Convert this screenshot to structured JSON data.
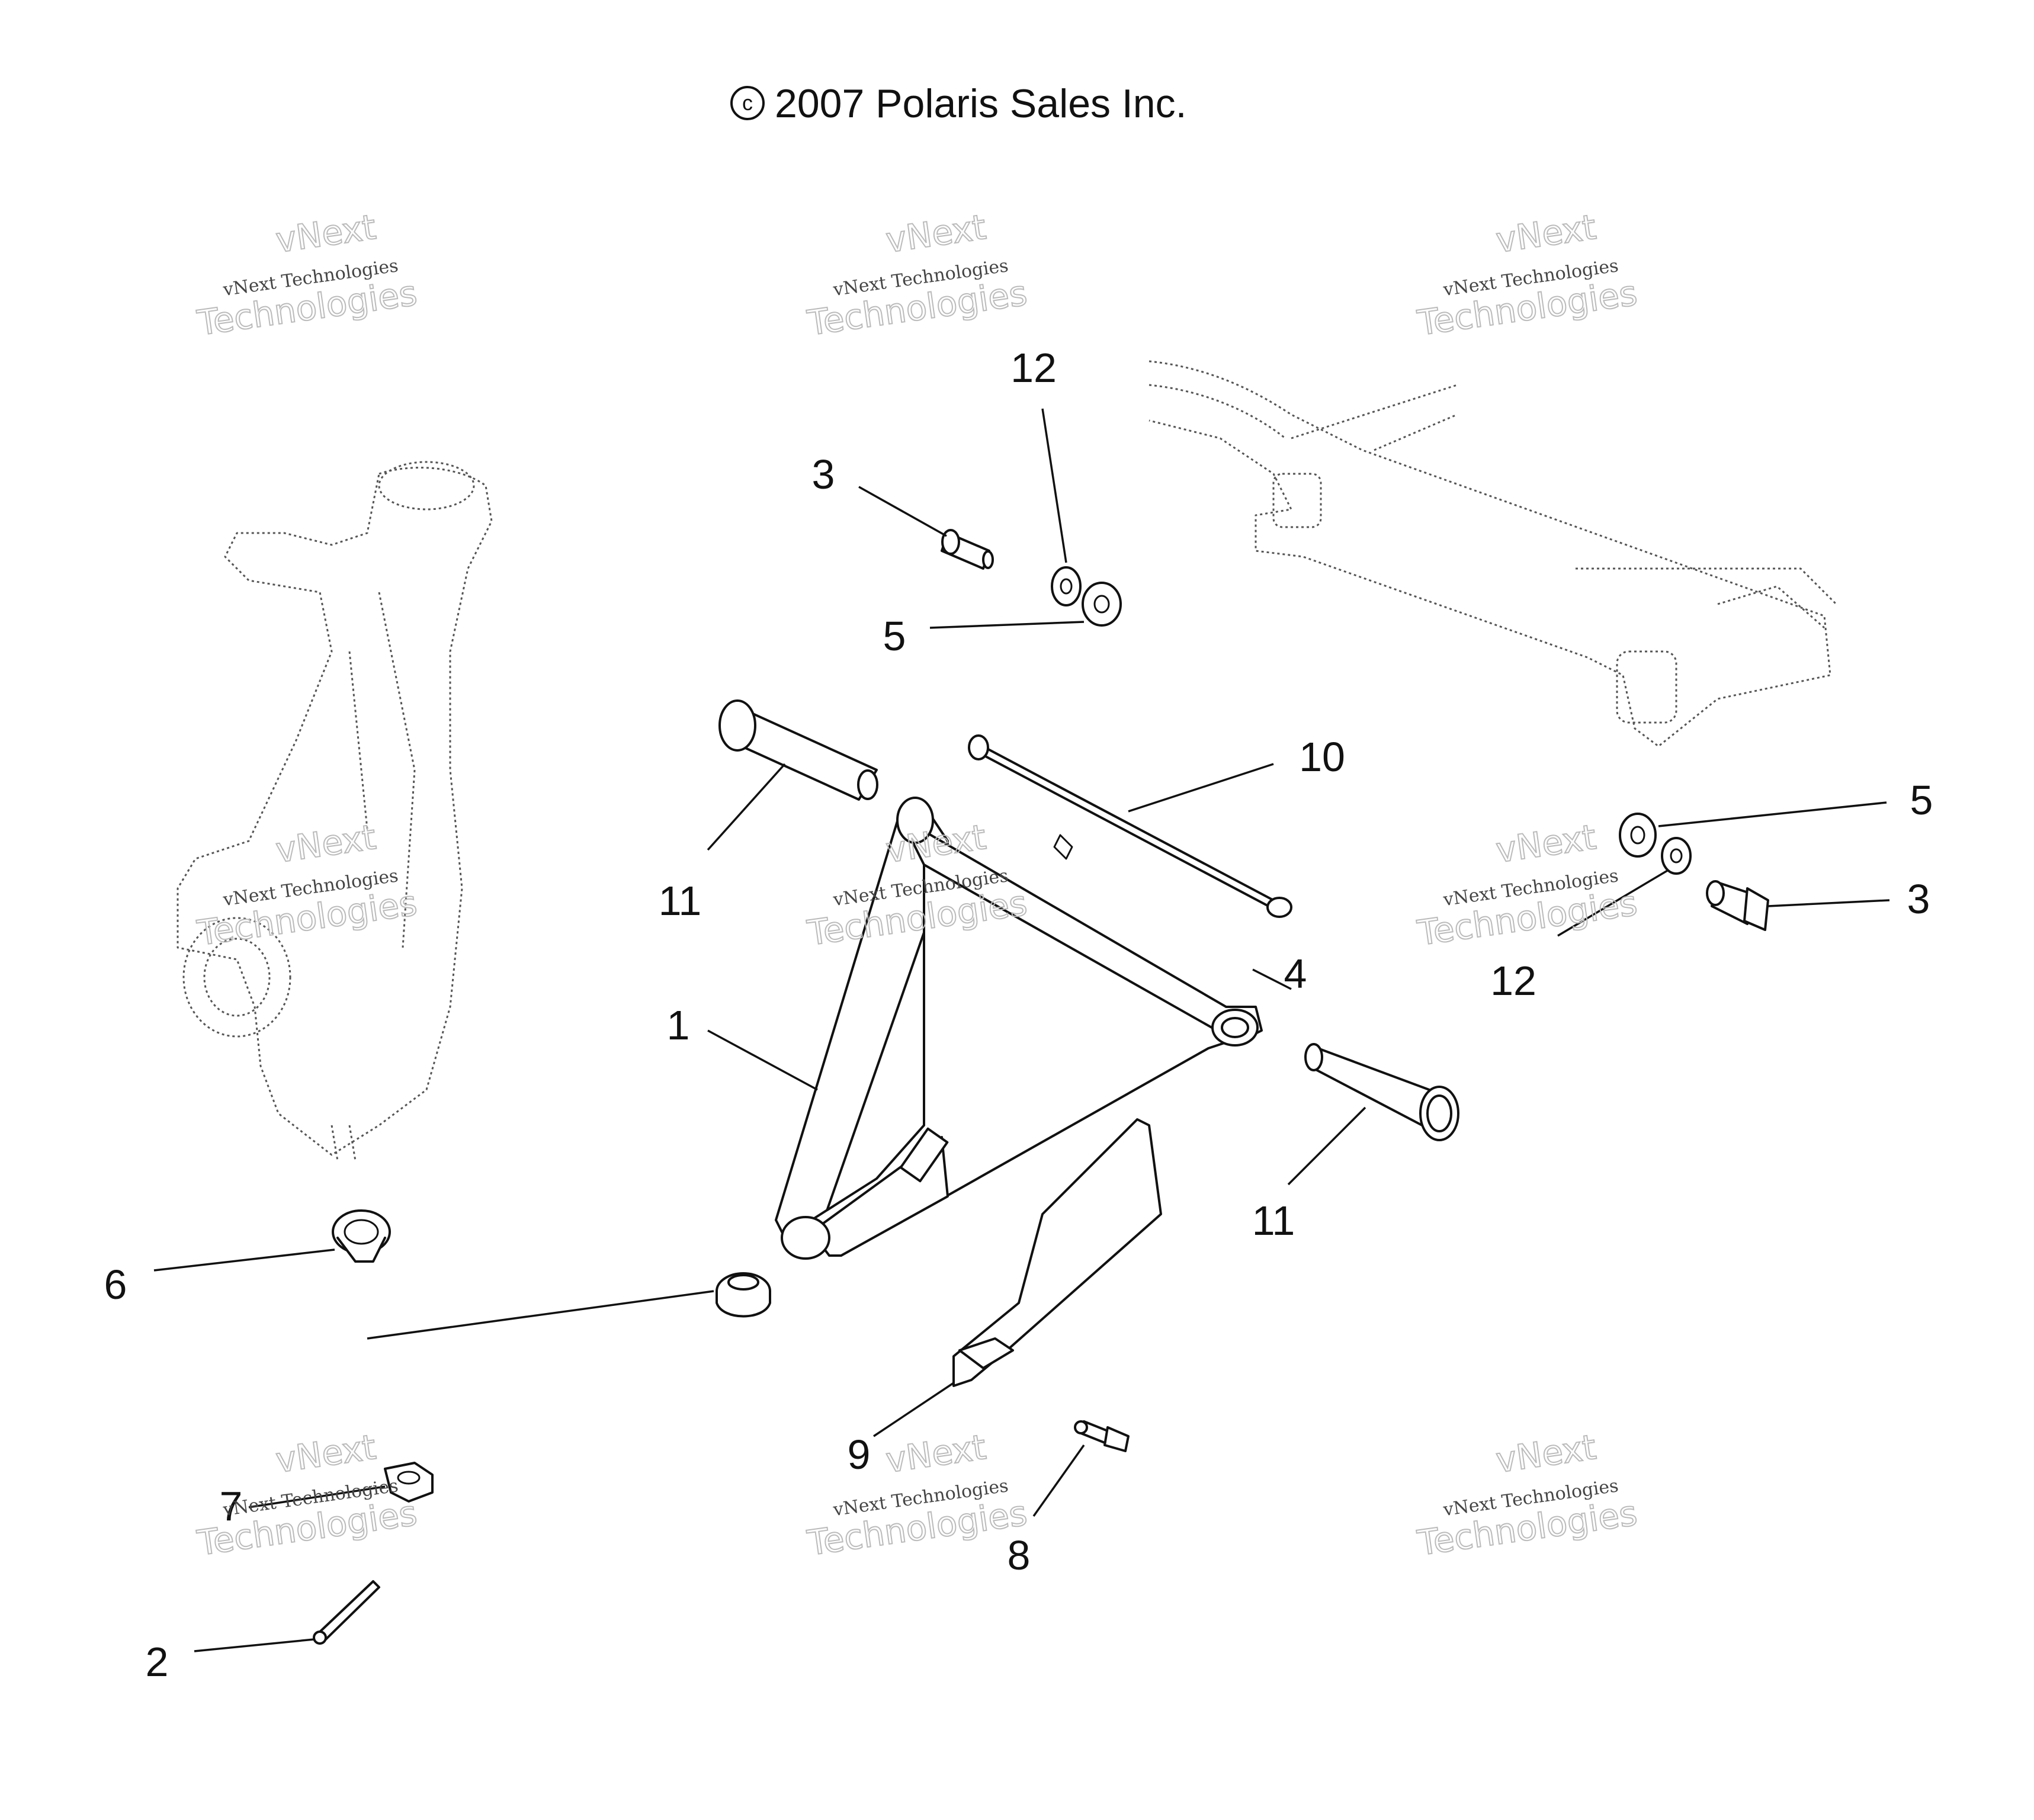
{
  "copyright": "2007 Polaris Sales Inc.",
  "callouts": {
    "c1": "1",
    "c2": "2",
    "c3a": "3",
    "c3b": "3",
    "c4": "4",
    "c5a": "5",
    "c5b": "5",
    "c6": "6",
    "c7": "7",
    "c8": "8",
    "c9": "9",
    "c10": "10",
    "c11a": "11",
    "c11b": "11",
    "c12a": "12",
    "c12b": "12"
  },
  "watermark": {
    "line1": "vNext",
    "line2": "vNext Technologies",
    "line3": "Technologies"
  }
}
